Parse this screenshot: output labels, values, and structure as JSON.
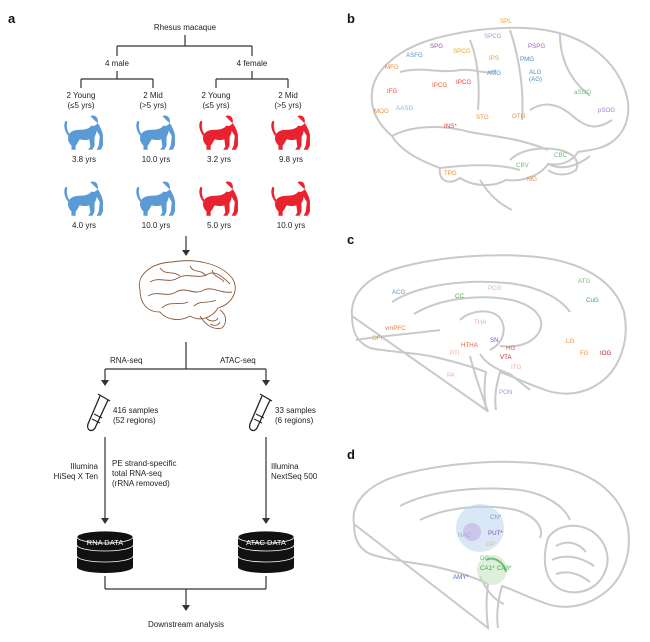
{
  "panels": {
    "a": "a",
    "b": "b",
    "c": "c",
    "d": "d"
  },
  "tree": {
    "root": "Rhesus macaque",
    "male": "4 male",
    "female": "4 female",
    "groups": [
      {
        "title": "2 Young",
        "sub": "(≤5 yrs)"
      },
      {
        "title": "2 Mid",
        "sub": "(>5 yrs)"
      },
      {
        "title": "2 Young",
        "sub": "(≤5 yrs)"
      },
      {
        "title": "2 Mid",
        "sub": "(>5 yrs)"
      }
    ],
    "ages_row1": [
      "3.8 yrs",
      "10.0 yrs",
      "3.2 yrs",
      "9.8 yrs"
    ],
    "ages_row2": [
      "4.0 yrs",
      "10.0 yrs",
      "5.0 yrs",
      "10.0 yrs"
    ],
    "colors": {
      "male": "#5b9bd5",
      "female": "#e8232f"
    }
  },
  "workflow": {
    "rna_seq": "RNA-seq",
    "atac_seq": "ATAC-seq",
    "rna_samples": "416 samples",
    "rna_regions": "(52 regions)",
    "atac_samples": "33 samples",
    "atac_regions": "(6 regions)",
    "rna_platform": [
      "Illumina",
      "HiSeq X Ten"
    ],
    "rna_protocol": [
      "PE strand-specific",
      "total RNA-seq",
      "(rRNA removed)"
    ],
    "atac_platform": [
      "Illumina",
      "NextSeq 500"
    ],
    "rna_data": "RNA DATA",
    "atac_data": "ATAC DATA",
    "downstream": "Downstream analysis"
  },
  "panel_b_regions": [
    {
      "text": "SPL",
      "color": "#e8a23a"
    },
    {
      "text": "SPCG",
      "color": "#b58fd0"
    },
    {
      "text": "SPG",
      "color": "#9a4fc7"
    },
    {
      "text": "SPCG",
      "color": "#d9a93a"
    },
    {
      "text": "ASFG",
      "color": "#5b8fd5"
    },
    {
      "text": "PSPG",
      "color": "#a55bd0"
    },
    {
      "text": "IPS",
      "color": "#e8a23a"
    },
    {
      "text": "PMG",
      "color": "#4a90c8"
    },
    {
      "text": "MFG",
      "color": "#e8903a"
    },
    {
      "text": "AMG",
      "color": "#4a90c8"
    },
    {
      "text": "ALG",
      "color": "#4a90c8"
    },
    {
      "text": "(AG)",
      "color": "#4a90c8"
    },
    {
      "text": "aSOG",
      "color": "#6fbf7a"
    },
    {
      "text": "IFG",
      "color": "#e8503a"
    },
    {
      "text": "IPCG",
      "color": "#e8603a"
    },
    {
      "text": "IPCG",
      "color": "#e8403a"
    },
    {
      "text": "AASG",
      "color": "#8fb0e0"
    },
    {
      "text": "pSOG",
      "color": "#a57fd0"
    },
    {
      "text": "MOG",
      "color": "#e8903a"
    },
    {
      "text": "STG",
      "color": "#e8903a"
    },
    {
      "text": "OTG",
      "color": "#e8903a"
    },
    {
      "text": "INS*",
      "color": "#e8403a"
    },
    {
      "text": "CBC",
      "color": "#6fbf7a"
    },
    {
      "text": "CBV",
      "color": "#6fbf7a"
    },
    {
      "text": "TPG",
      "color": "#e8903a"
    },
    {
      "text": "MG",
      "color": "#e8903a"
    }
  ],
  "panel_c_regions": [
    {
      "text": "ACG",
      "color": "#5b9bd5"
    },
    {
      "text": "CC",
      "color": "#3aa84a"
    },
    {
      "text": "PCG",
      "color": "#e8b0a0"
    },
    {
      "text": "ATG",
      "color": "#6fbf7a"
    },
    {
      "text": "CuG",
      "color": "#3aa84a"
    },
    {
      "text": "vmPFC",
      "color": "#e8803a"
    },
    {
      "text": "THA",
      "color": "#e8b0a0"
    },
    {
      "text": "OFI",
      "color": "#e8a23a"
    },
    {
      "text": "HTHA",
      "color": "#e8603a"
    },
    {
      "text": "PTI",
      "color": "#e8b0a0"
    },
    {
      "text": "SN",
      "color": "#7a4fc7"
    },
    {
      "text": "HG",
      "color": "#e8603a"
    },
    {
      "text": "VTA",
      "color": "#c8202a"
    },
    {
      "text": "LG",
      "color": "#e8903a"
    },
    {
      "text": "FG",
      "color": "#e8903a"
    },
    {
      "text": "IOG",
      "color": "#c8202a"
    },
    {
      "text": "PA",
      "color": "#e8b0a0"
    },
    {
      "text": "ITG",
      "color": "#e8b0a0"
    },
    {
      "text": "PON",
      "color": "#b58fd0"
    }
  ],
  "panel_d_regions": [
    {
      "text": "CN*",
      "color": "#6fa0d8"
    },
    {
      "text": "PUT*",
      "color": "#7a4fc7"
    },
    {
      "text": "NAC",
      "color": "#8fb0e0"
    },
    {
      "text": "GP",
      "color": "#e8b0a0"
    },
    {
      "text": "DG",
      "color": "#6fbf7a"
    },
    {
      "text": "CA1*",
      "color": "#3aa84a"
    },
    {
      "text": "CA3*",
      "color": "#3aa84a"
    },
    {
      "text": "AMY*",
      "color": "#4a70c8"
    }
  ]
}
